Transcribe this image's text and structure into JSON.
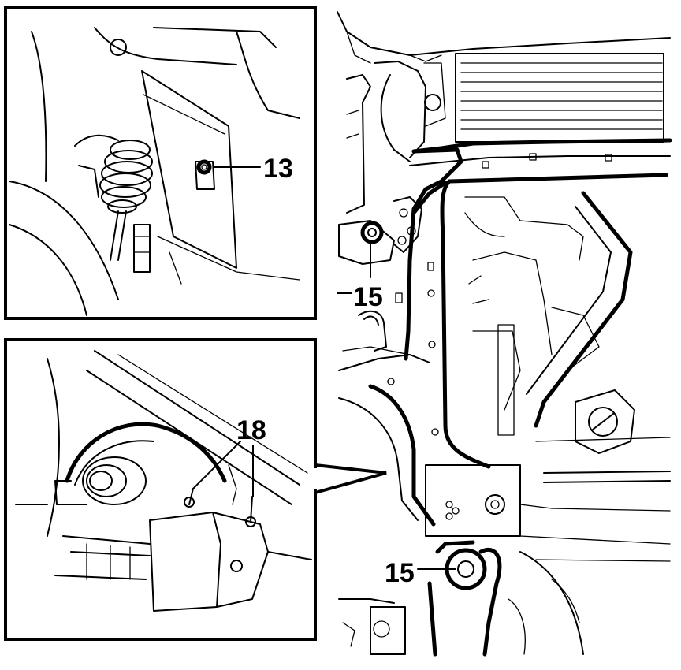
{
  "diagram": {
    "callouts": {
      "top_inset_label": "13",
      "bottom_inset_label": "18",
      "main_upper_label": "15",
      "main_lower_label": "15"
    },
    "colors": {
      "ink": "#000000",
      "paper": "#ffffff"
    }
  }
}
